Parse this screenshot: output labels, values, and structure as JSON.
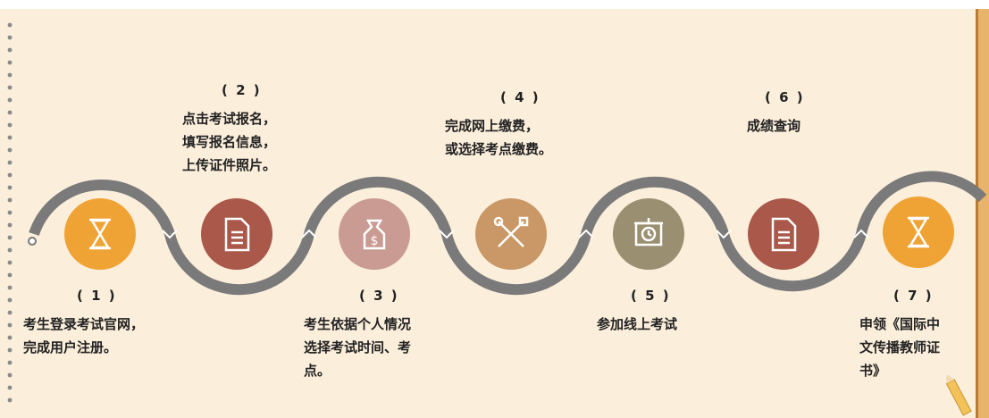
{
  "steps": [
    {
      "num": "( 1 )",
      "lines": [
        "考生登录考试官网，",
        "完成用户注册。"
      ],
      "icon": "hourglass-icon",
      "color": "#f0a335"
    },
    {
      "num": "( 2 )",
      "lines": [
        "点击考试报名，",
        "填写报名信息，",
        "上传证件照片。"
      ],
      "icon": "document-icon",
      "color": "#a9584a"
    },
    {
      "num": "( 3 )",
      "lines": [
        "考生依据个人情况",
        "选择考试时间、考",
        "点。"
      ],
      "icon": "money-bag-icon",
      "color": "#c99b92"
    },
    {
      "num": "( 4 )",
      "lines": [
        "完成网上缴费，",
        "或选择考点缴费。"
      ],
      "icon": "tools-icon",
      "color": "#c99866"
    },
    {
      "num": "( 5 )",
      "lines": [
        "参加线上考试"
      ],
      "icon": "presentation-clock-icon",
      "color": "#9b8f72"
    },
    {
      "num": "( 6 )",
      "lines": [
        "成绩查询"
      ],
      "icon": "document-icon",
      "color": "#a9584a"
    },
    {
      "num": "( 7 )",
      "lines": [
        "申领《国际中",
        "文传播教师证",
        "书》"
      ],
      "icon": "hourglass-icon",
      "color": "#f0a335"
    }
  ],
  "colors": {
    "paper": "#fbeedb",
    "track": "#7a7a7a"
  }
}
